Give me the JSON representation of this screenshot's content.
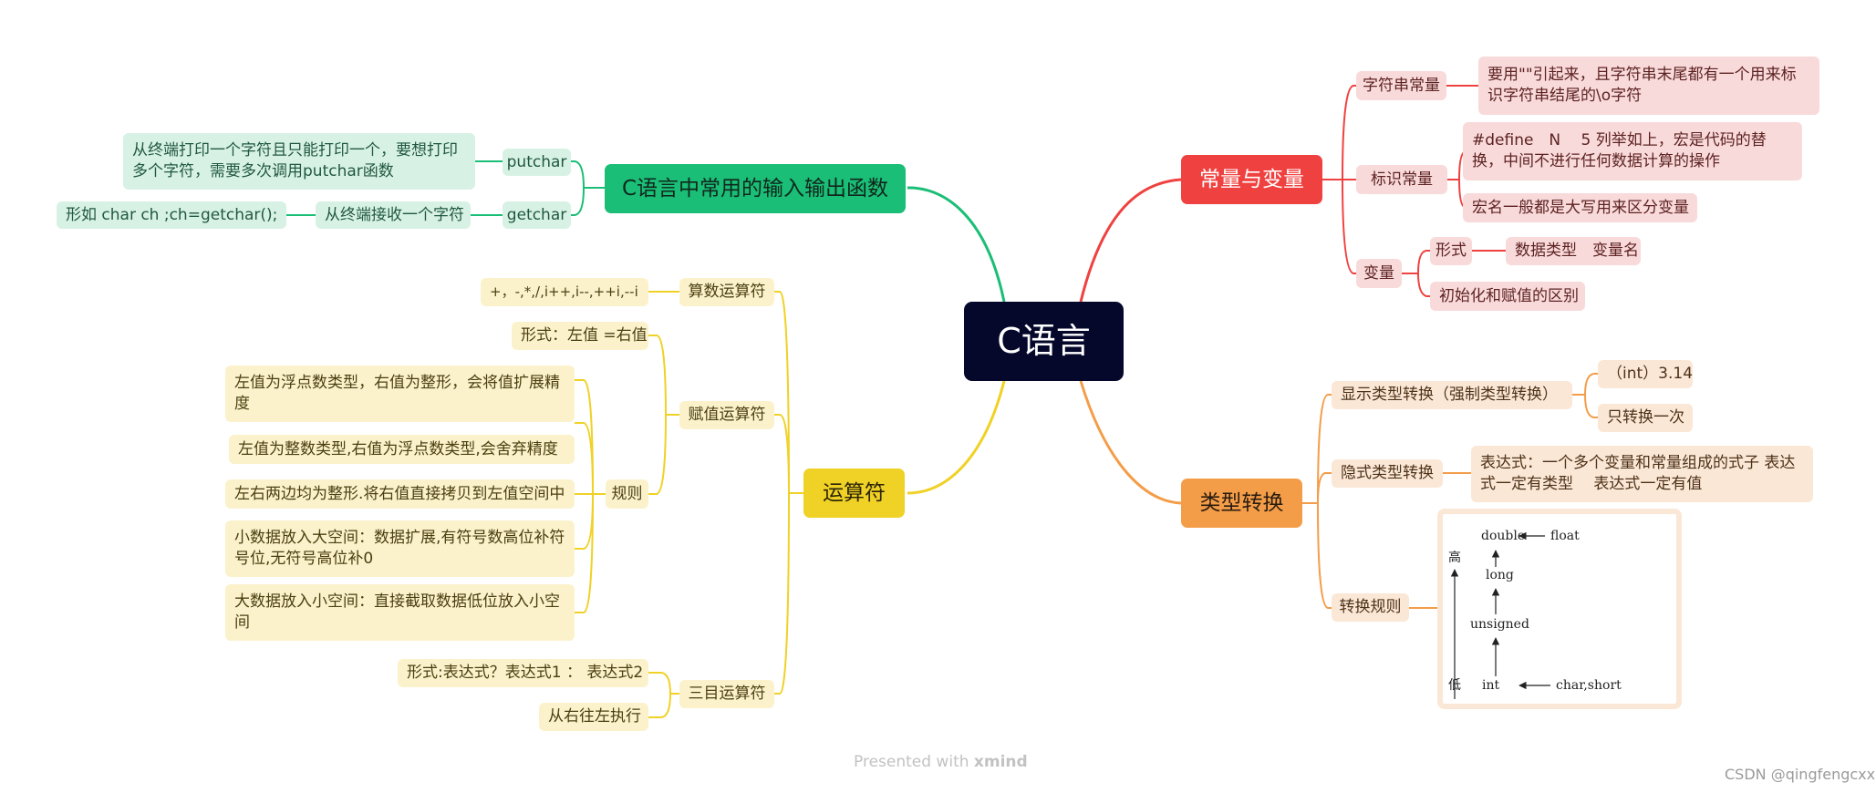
{
  "colors": {
    "green": "#1abe76",
    "red": "#ef4240",
    "orange": "#f49d49",
    "yellow": "#f0d126",
    "root": "#05072b"
  },
  "root": {
    "label": "C语言"
  },
  "io": {
    "label": "C语言中常用的输入输出函数",
    "putchar": {
      "label": "putchar",
      "desc": "从终端打印一个字符且只能打印一个，要想打印多个字符，需要多次调用putchar函数"
    },
    "getchar": {
      "label": "getchar",
      "desc": "从终端接收一个字符",
      "example": "形如 char ch ;ch=getchar();"
    }
  },
  "const": {
    "label": "常量与变量",
    "string": {
      "label": "字符串常量",
      "desc": "要用\"\"引起来，且字符串末尾都有一个用来标识字符串结尾的\\o字符"
    },
    "ident": {
      "label": "标识常量",
      "define": "#define　N　 5  列举如上，宏是代码的替换，中间不进行任何数据计算的操作",
      "macro": "宏名一般都是大写用来区分变量"
    },
    "var": {
      "label": "变量",
      "form": "形式",
      "form_value": "数据类型　变量名",
      "init": "初始化和赋值的区别"
    }
  },
  "conv": {
    "label": "类型转换",
    "explicit": {
      "label": "显示类型转换（强制类型转换）",
      "example": "（int）3.14",
      "once": "只转换一次"
    },
    "implicit": {
      "label": "隐式类型转换",
      "desc": "表达式：一个多个变量和常量组成的式子  表达式一定有类型　 表达式一定有值"
    },
    "rule": {
      "label": "转换规则"
    },
    "diagram": {
      "high": "高",
      "low": "低",
      "double": "double",
      "float": "float",
      "long": "long",
      "unsigned": "unsigned",
      "int": "int",
      "char_short": "char,short"
    }
  },
  "ops": {
    "label": "运算符",
    "arith": {
      "label": "算数运算符",
      "value": "+，-,*,/,i++,i--,++i,--i"
    },
    "assign": {
      "label": "赋值运算符",
      "form": "形式：左值 =右值",
      "rules": {
        "label": "规则",
        "items": [
          "左值为浮点数类型，右值为整形，会将值扩展精度",
          " 左值为整数类型,右值为浮点数类型,会舍弃精度",
          "左右两边均为整形.将右值直接拷贝到左值空间中",
          "小数据放入大空间：数据扩展,有符号数高位补符号位,无符号高位补0",
          "大数据放入小空间：直接截取数据低位放入小空间"
        ]
      }
    },
    "ternary": {
      "label": "三目运算符",
      "form": "形式:表达式？表达式1  ：  表达式2",
      "assoc": "从右往左执行"
    }
  },
  "footer": {
    "prefix": "Presented with ",
    "brand": "xmind"
  },
  "watermark": "CSDN @qingfengcxx"
}
